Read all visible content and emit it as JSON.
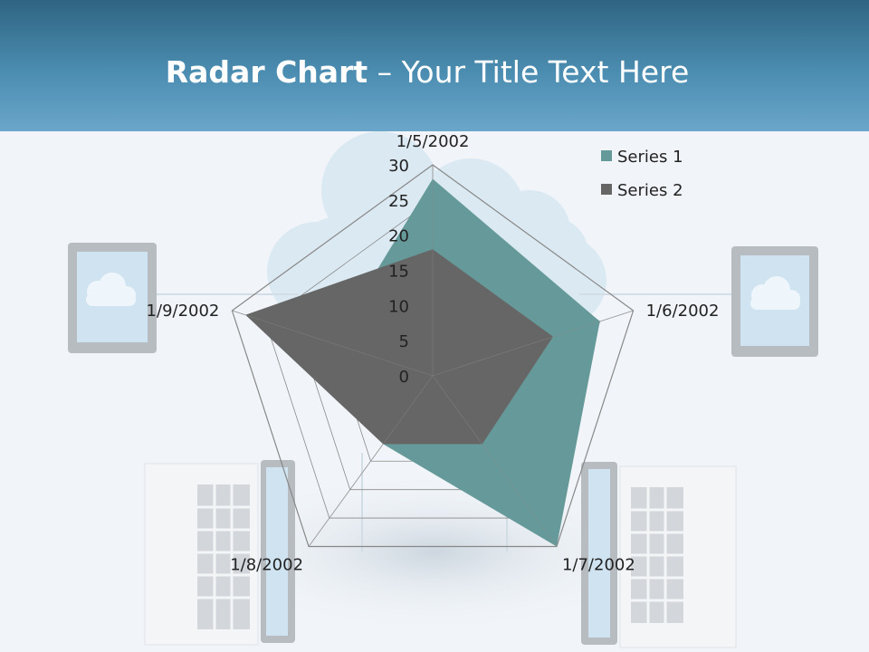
{
  "slide": {
    "title_bold": "Radar Chart",
    "title_rest": " – Your Title Text Here"
  },
  "colors": {
    "header": "#4b8db1",
    "series1": "#669999",
    "series2": "#666666"
  },
  "chart_data": {
    "type": "radar",
    "categories": [
      "1/5/2002",
      "1/6/2002",
      "1/7/2002",
      "1/8/2002",
      "1/9/2002"
    ],
    "series": [
      {
        "name": "Series 1",
        "values": [
          28,
          25,
          30,
          12,
          15
        ]
      },
      {
        "name": "Series 2",
        "values": [
          18,
          18,
          12,
          12,
          28
        ]
      }
    ],
    "ylim": [
      0,
      30
    ],
    "ticks": [
      0,
      5,
      10,
      15,
      20,
      25,
      30
    ],
    "legend_position": "top-right",
    "grid": true
  }
}
